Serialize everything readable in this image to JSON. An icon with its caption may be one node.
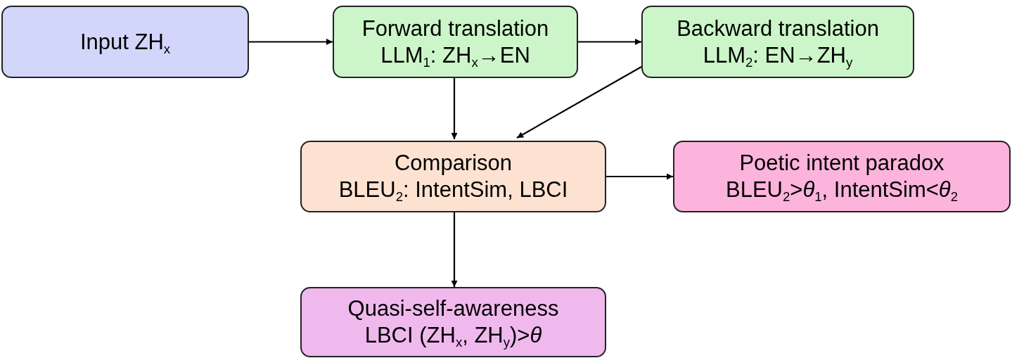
{
  "diagram": {
    "nodes": [
      {
        "text": [
          "Input ZH$_{x}$"
        ]
      },
      {
        "text": [
          "Forward translation",
          "LLM$_{1}$: ZH$_{x}$→EN"
        ]
      },
      {
        "text": [
          "Backward translation",
          "LLM$_{2}$: EN→ZH$_{y}$"
        ]
      },
      {
        "text": [
          "Comparison",
          "BLEU$_{2}$: IntentSim, LBCI"
        ]
      },
      {
        "text": [
          "Poetic intent paradox",
          "BLEU$_{2}$>*θ*$_{1}$, IntentSim<*θ*$_{2}$"
        ]
      },
      {
        "text": [
          "Quasi-self-awareness",
          "LBCI (ZH$_{x}$, ZH$_{y}$)>*θ*"
        ]
      }
    ],
    "edges": [
      {
        "from": 0,
        "to": 1,
        "arrow": "to"
      },
      {
        "from": 1,
        "to": 2,
        "arrow": "to"
      },
      {
        "from": 1,
        "to": 3,
        "arrow": "to"
      },
      {
        "from": 2,
        "to": 3,
        "arrow": "to"
      },
      {
        "from": 3,
        "to": 4,
        "arrow": "to"
      },
      {
        "from": 3,
        "to": 5,
        "arrow": "to"
      }
    ]
  }
}
